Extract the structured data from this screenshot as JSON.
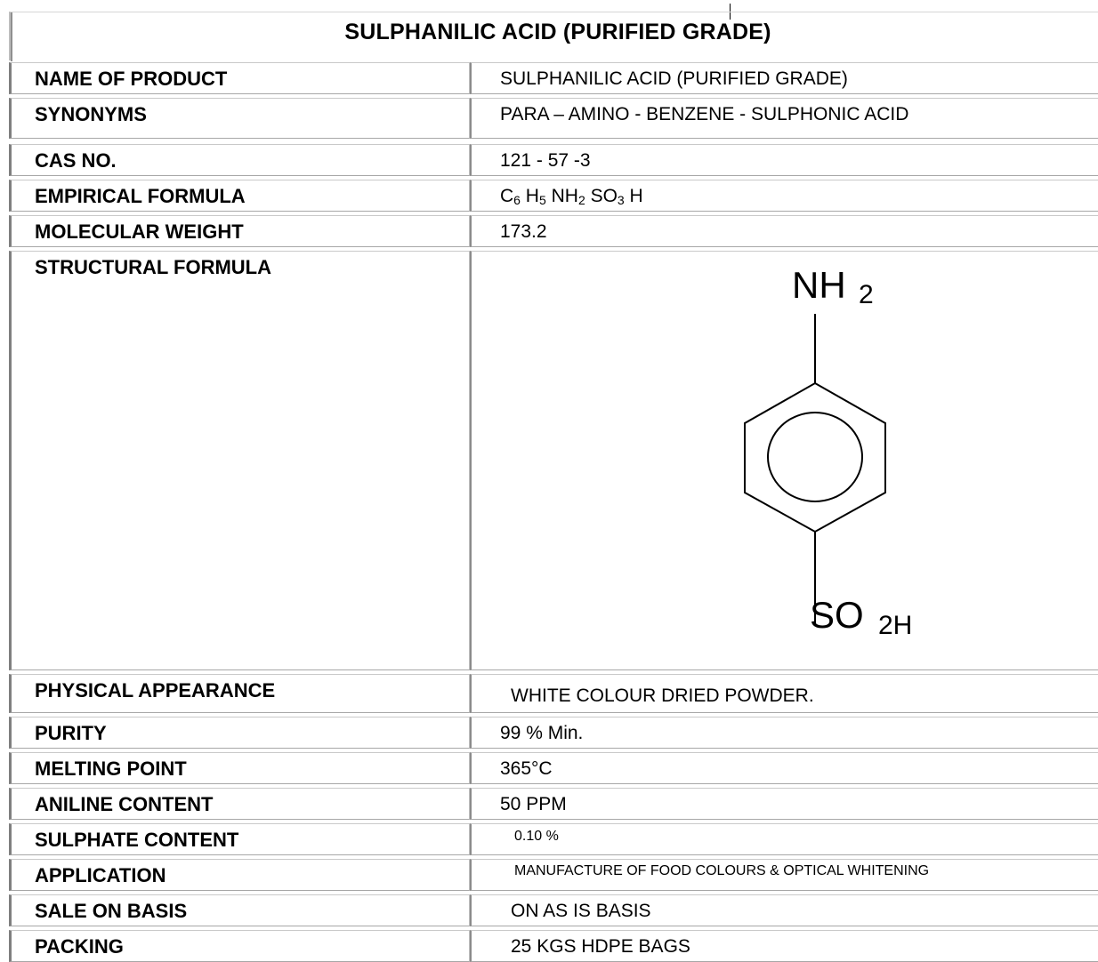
{
  "title": "SULPHANILIC ACID (PURIFIED GRADE)",
  "rows": [
    {
      "label": "NAME OF PRODUCT",
      "value": "SULPHANILIC ACID (PURIFIED GRADE)"
    },
    {
      "label": "SYNONYMS",
      "value": "PARA – AMINO - BENZENE - SULPHONIC ACID"
    },
    {
      "label": "CAS NO.",
      "value": "121 - 57 -3"
    },
    {
      "label": "EMPIRICAL FORMULA",
      "value_parts": [
        {
          "text": "C"
        },
        {
          "sub": "6"
        },
        {
          "text": " H"
        },
        {
          "sub": "5"
        },
        {
          "text": " NH"
        },
        {
          "sub": "2"
        },
        {
          "text": " SO"
        },
        {
          "sub": "3"
        },
        {
          "text": " H"
        }
      ]
    },
    {
      "label": "MOLECULAR WEIGHT",
      "value": "173.2"
    },
    {
      "label": "STRUCTURAL FORMULA"
    },
    {
      "label": "PHYSICAL APPEARANCE",
      "value": "WHITE COLOUR DRIED POWDER."
    },
    {
      "label": "PURITY",
      "value": "99 % Min."
    },
    {
      "label": "MELTING POINT",
      "value": "365°C"
    },
    {
      "label": "ANILINE CONTENT",
      "value": "50 PPM"
    },
    {
      "label": "SULPHATE CONTENT",
      "value": "0.10 %"
    },
    {
      "label": "APPLICATION",
      "value": "MANUFACTURE OF FOOD COLOURS & OPTICAL WHITENING"
    },
    {
      "label": "SALE ON BASIS",
      "value": "ON AS IS BASIS"
    },
    {
      "label": "PACKING",
      "value": "25 KGS HDPE BAGS"
    }
  ],
  "structure": {
    "top_group": "NH",
    "top_sub": "2",
    "bottom_group": "SO",
    "bottom_sub": "2H"
  }
}
